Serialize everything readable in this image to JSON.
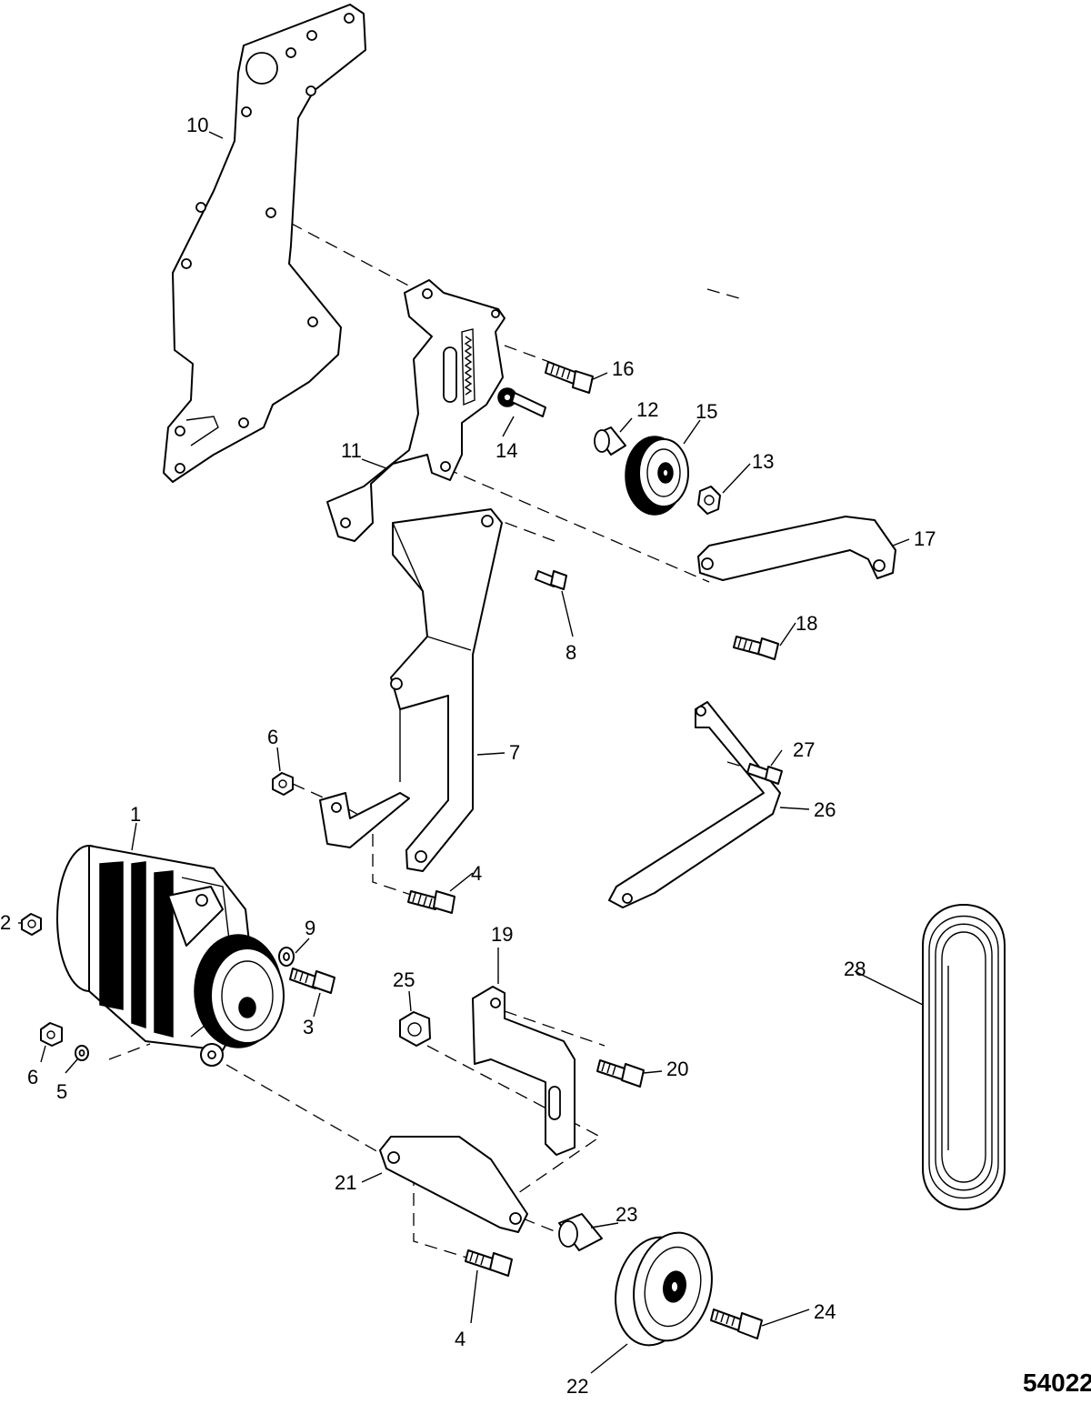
{
  "figure_id": "54022",
  "callouts": [
    {
      "id": "c1",
      "label": "1"
    },
    {
      "id": "c2",
      "label": "2"
    },
    {
      "id": "c3",
      "label": "3"
    },
    {
      "id": "c4a",
      "label": "4"
    },
    {
      "id": "c4b",
      "label": "4"
    },
    {
      "id": "c5",
      "label": "5"
    },
    {
      "id": "c6a",
      "label": "6"
    },
    {
      "id": "c6b",
      "label": "6"
    },
    {
      "id": "c7",
      "label": "7"
    },
    {
      "id": "c8",
      "label": "8"
    },
    {
      "id": "c9",
      "label": "9"
    },
    {
      "id": "c10",
      "label": "10"
    },
    {
      "id": "c11",
      "label": "11"
    },
    {
      "id": "c12",
      "label": "12"
    },
    {
      "id": "c13",
      "label": "13"
    },
    {
      "id": "c14",
      "label": "14"
    },
    {
      "id": "c15",
      "label": "15"
    },
    {
      "id": "c16",
      "label": "16"
    },
    {
      "id": "c17",
      "label": "17"
    },
    {
      "id": "c18",
      "label": "18"
    },
    {
      "id": "c19",
      "label": "19"
    },
    {
      "id": "c20",
      "label": "20"
    },
    {
      "id": "c21",
      "label": "21"
    },
    {
      "id": "c22",
      "label": "22"
    },
    {
      "id": "c23",
      "label": "23"
    },
    {
      "id": "c24",
      "label": "24"
    },
    {
      "id": "c25",
      "label": "25"
    },
    {
      "id": "c26",
      "label": "26"
    },
    {
      "id": "c27",
      "label": "27"
    },
    {
      "id": "c28",
      "label": "28"
    }
  ]
}
